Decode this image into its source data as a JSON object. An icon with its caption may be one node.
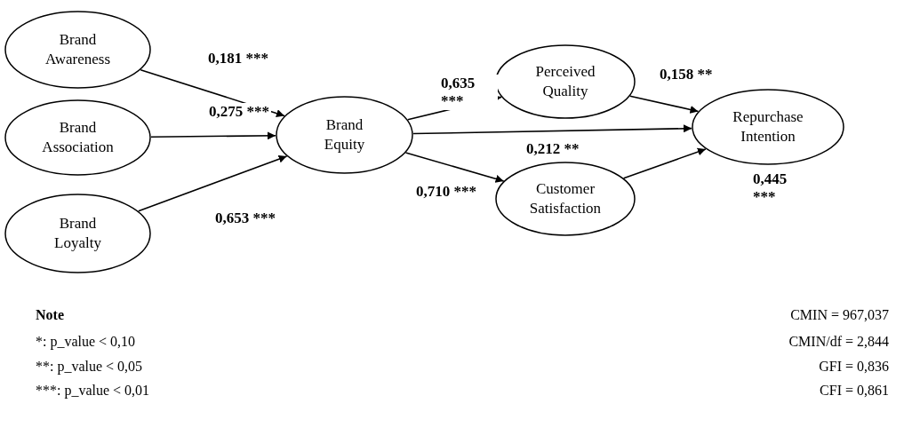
{
  "diagram": {
    "nodes": [
      {
        "text": [
          "Brand Awareness"
        ]
      },
      {
        "text": [
          "Brand Association"
        ]
      },
      {
        "text": [
          "Brand Loyalty"
        ]
      },
      {
        "text": [
          "Brand Equity"
        ]
      },
      {
        "text": [
          "Perceived Quality"
        ]
      },
      {
        "text": [
          "Repurchase Intention"
        ]
      },
      {
        "text": [
          "Customer Satisfaction"
        ]
      }
    ],
    "edges": [
      {
        "from": 0,
        "to": 3,
        "arrow": "to",
        "label": "0,181 ***"
      },
      {
        "from": 1,
        "to": 3,
        "arrow": "to",
        "label": "0,275 ***"
      },
      {
        "from": 2,
        "to": 3,
        "arrow": "to",
        "label": "0,653 ***"
      },
      {
        "from": 3,
        "to": 4,
        "arrow": "to",
        "label": "0,635 ***"
      },
      {
        "from": 3,
        "to": 5,
        "arrow": "to",
        "label": "0,212 **"
      },
      {
        "from": 3,
        "to": 6,
        "arrow": "to",
        "label": "0,710 ***"
      },
      {
        "from": 4,
        "to": 5,
        "arrow": "to",
        "label": "0,158 **"
      },
      {
        "from": 6,
        "to": 5,
        "arrow": "to",
        "label": "0,445 ***"
      }
    ],
    "labels": [
      "Note",
      "*: p_value < 0,10",
      "**: p_value < 0,05",
      "***: p_value < 0,01",
      "CMIN = 967,037",
      "CMIN/df = 2,844",
      "GFI = 0,836",
      "CFI = 0,861"
    ]
  }
}
